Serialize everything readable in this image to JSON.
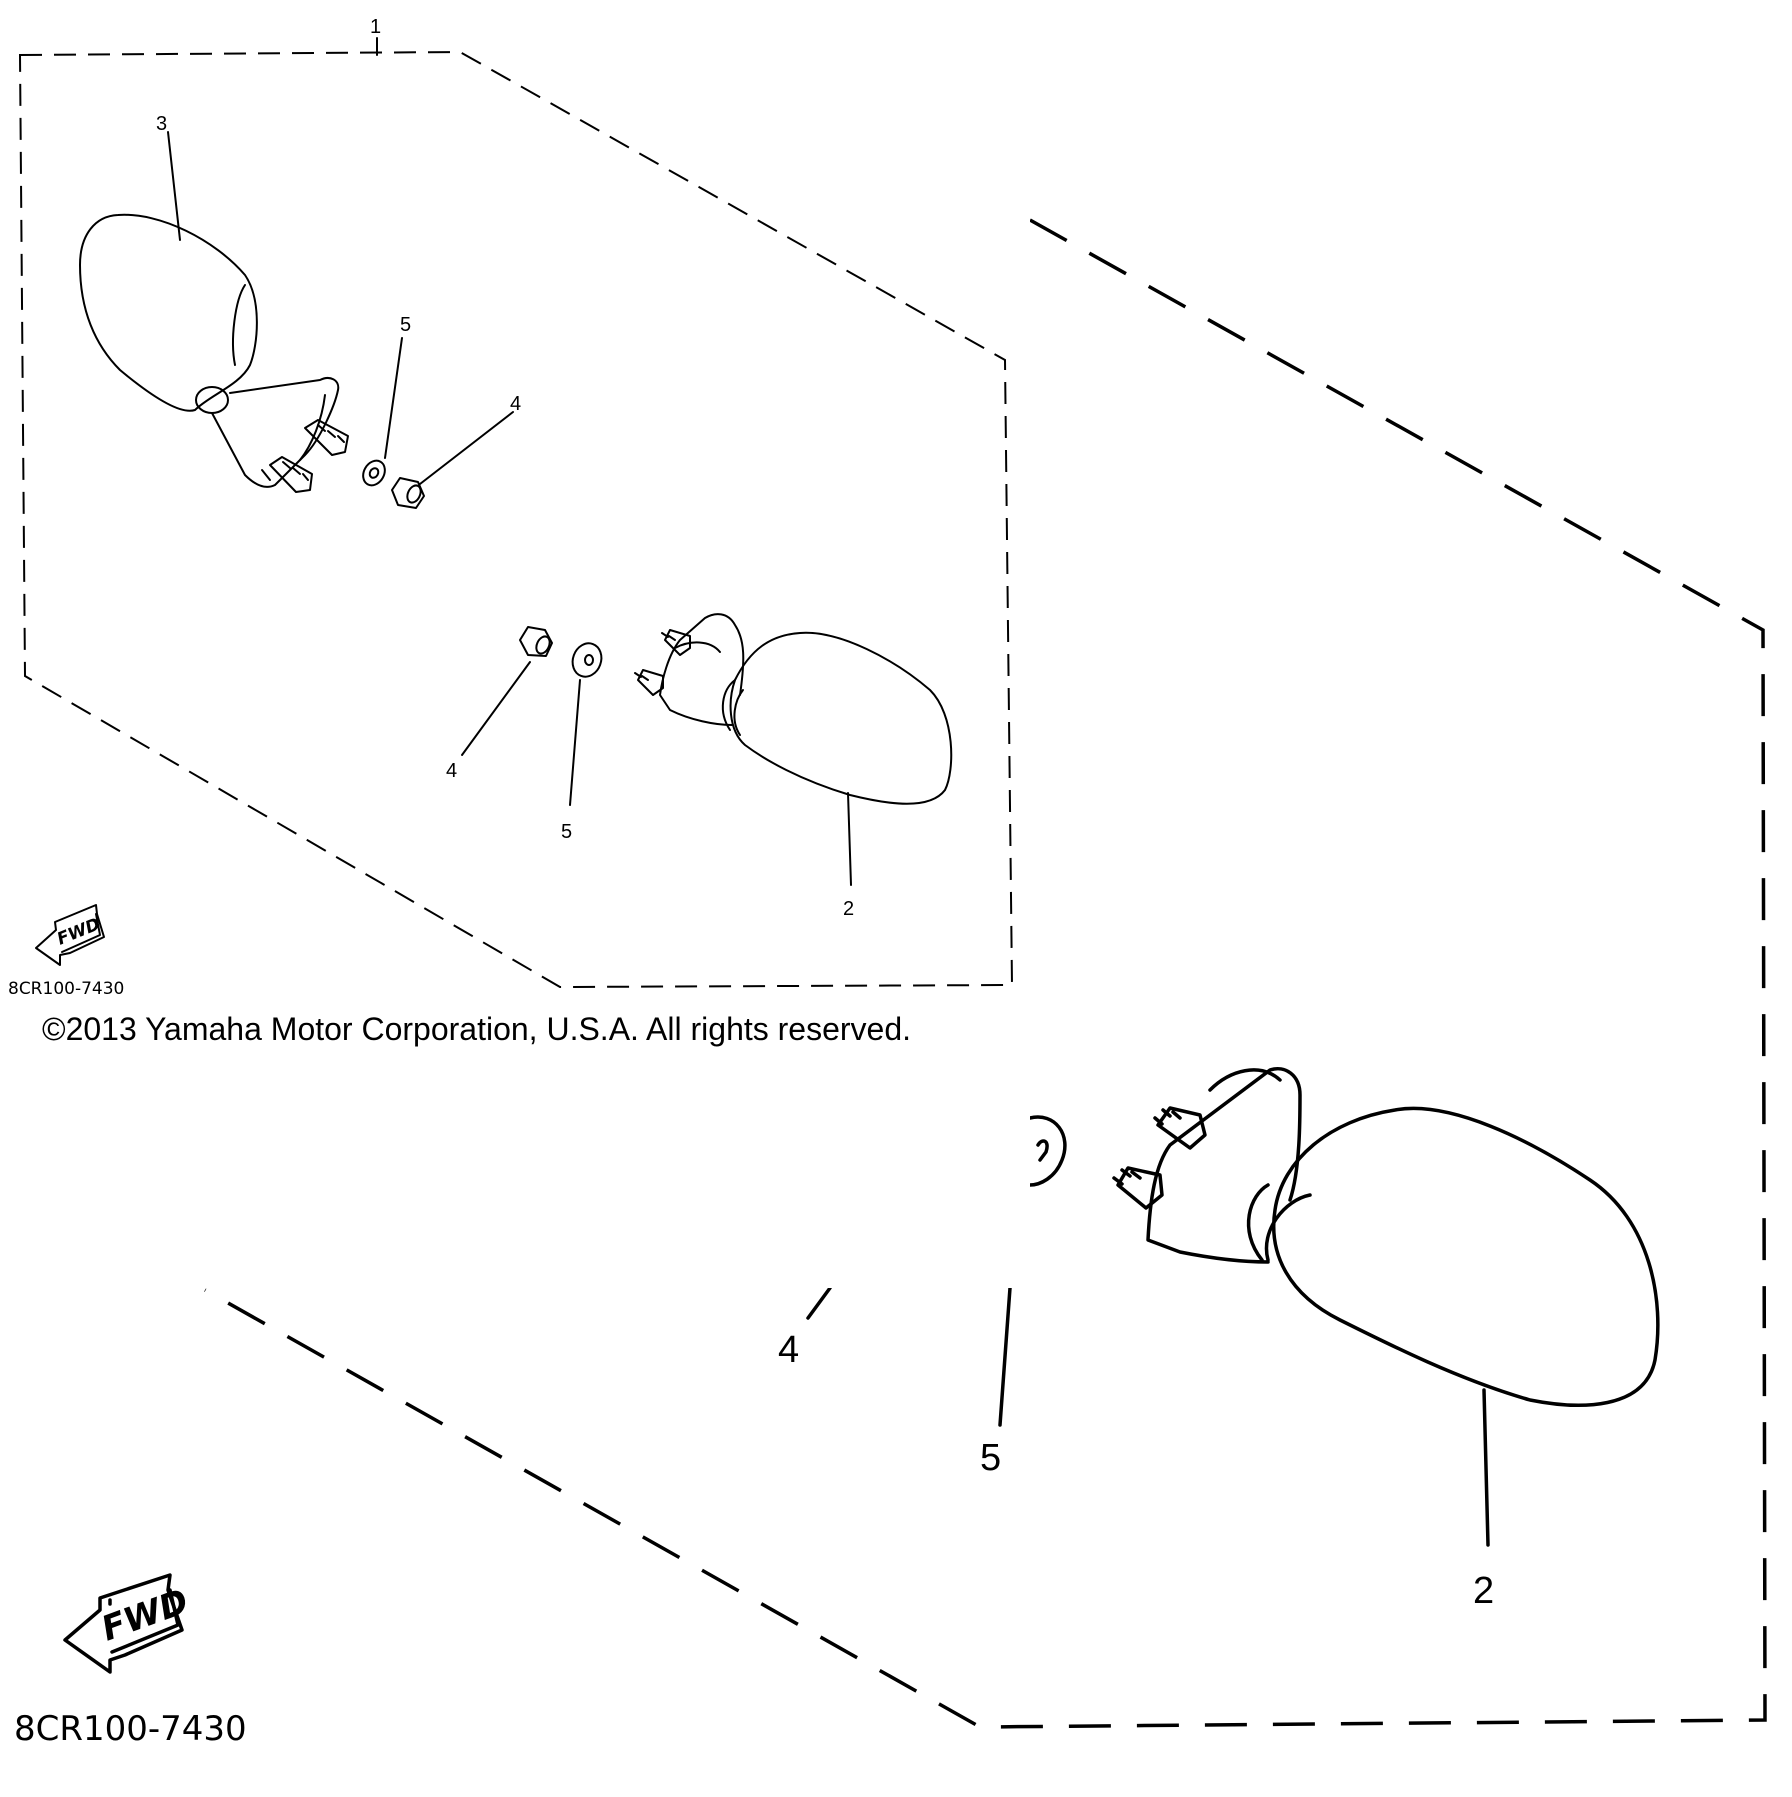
{
  "diagram": {
    "part_callouts": {
      "assembly": "1",
      "mirror_right": "2",
      "mirror_left": "3",
      "nut": "4",
      "washer": "5"
    },
    "zoom_callouts": {
      "nut": "4",
      "washer": "5",
      "mirror_right": "2"
    },
    "fwd_label": "FWD",
    "diagram_code": "8CR100-7430",
    "diagram_code_zoom": "8CR100-7430",
    "copyright": "©2013 Yamaha Motor Corporation, U.S.A. All rights reserved."
  }
}
